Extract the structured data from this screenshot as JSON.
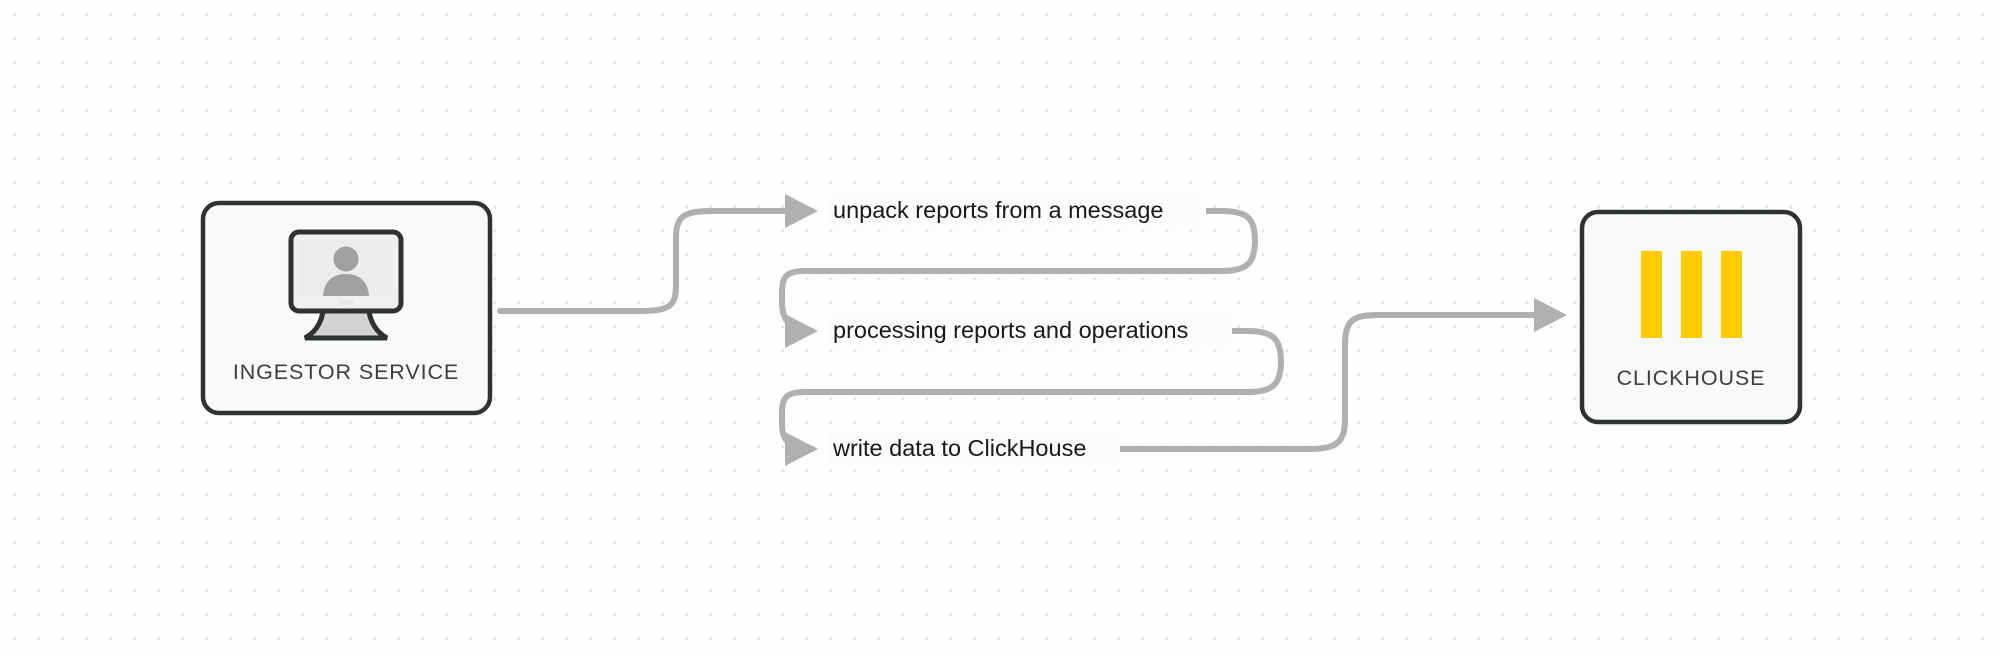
{
  "diagram": {
    "type": "flow-diagram",
    "background": "#fefefe",
    "grid_color": "#e4e4e6",
    "edge_color": "#b0b0b0",
    "nodes": [
      {
        "id": "ingestor-service",
        "caption": "INGESTOR SERVICE",
        "icon": "monitor-user-icon",
        "border_color": "#2f3235",
        "fill_color": "#f8f9f9"
      },
      {
        "id": "clickhouse",
        "caption": "CLICKHOUSE",
        "icon": "clickhouse-bars-icon",
        "accent_color": "#FFCC01",
        "border_color": "#2f3235",
        "fill_color": "#f8f9f9"
      }
    ],
    "edge_labels": [
      {
        "id": "step-1",
        "text": "unpack reports from a message"
      },
      {
        "id": "step-2",
        "text": "processing reports and operations"
      },
      {
        "id": "step-3",
        "text": "write data to ClickHouse"
      }
    ]
  }
}
